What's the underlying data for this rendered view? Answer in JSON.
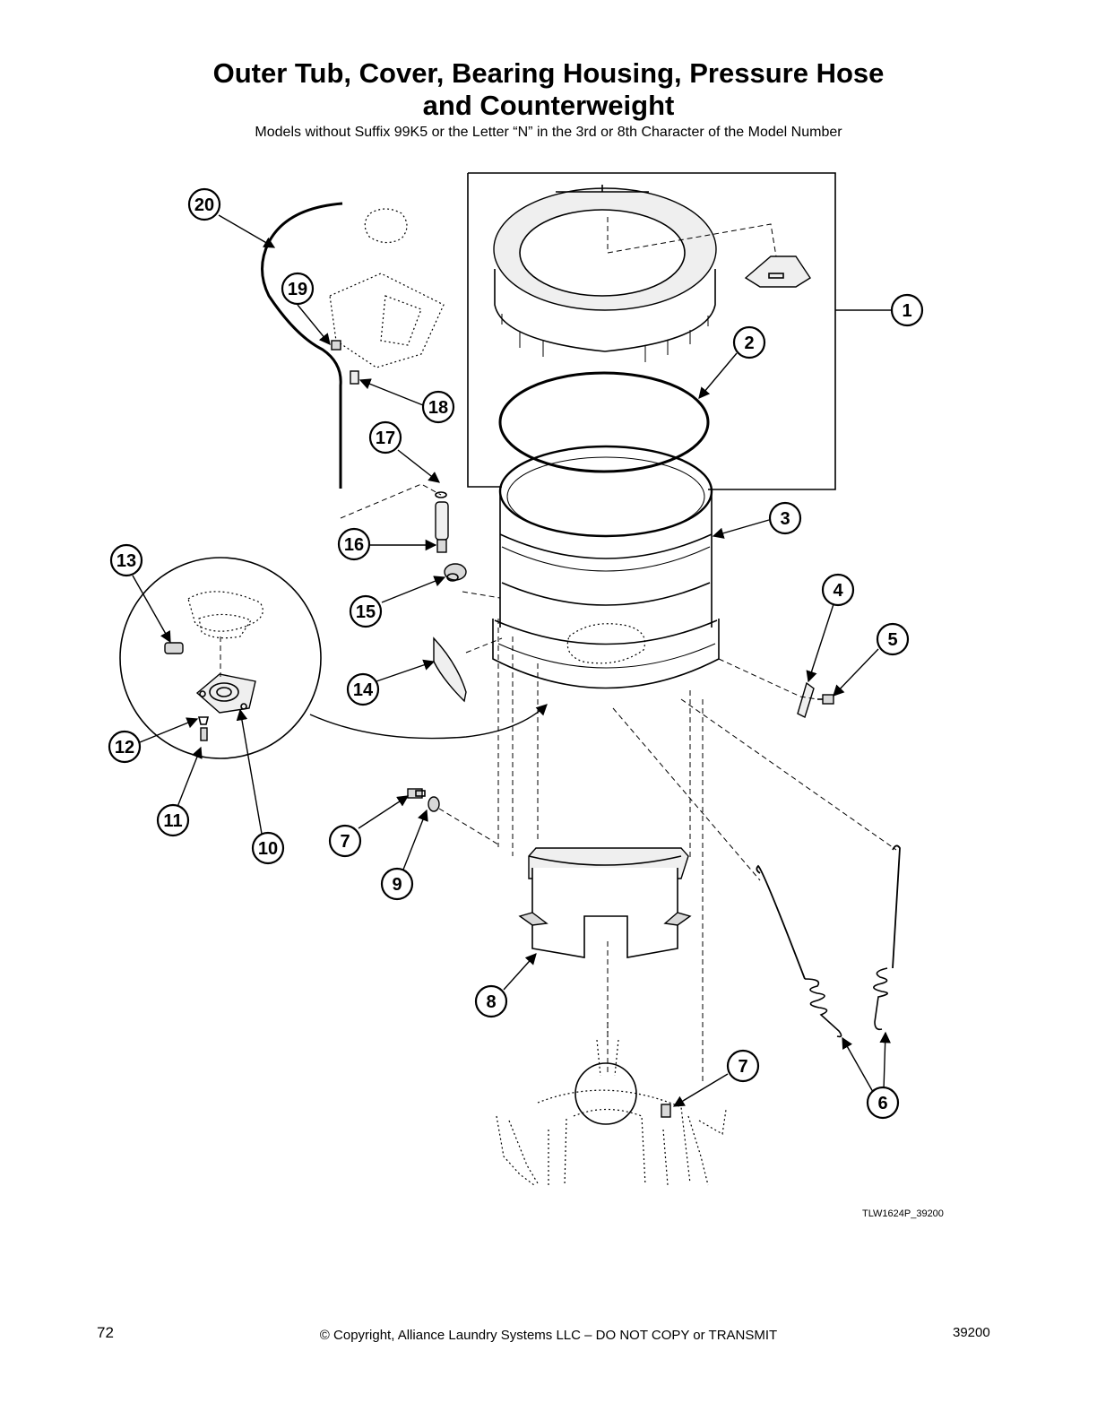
{
  "header": {
    "title_line1": "Outer Tub, Cover, Bearing Housing, Pressure Hose",
    "title_line2": "and Counterweight",
    "subtitle": "Models without Suffix 99K5 or the Letter “N” in the 3rd or 8th Character of the Model Number"
  },
  "callouts": {
    "c1": "1",
    "c2": "2",
    "c3": "3",
    "c4": "4",
    "c5": "5",
    "c6": "6",
    "c7a": "7",
    "c7b": "7",
    "c8": "8",
    "c9": "9",
    "c10": "10",
    "c11": "11",
    "c12": "12",
    "c13": "13",
    "c14": "14",
    "c15": "15",
    "c16": "16",
    "c17": "17",
    "c18": "18",
    "c19": "19",
    "c20": "20"
  },
  "figure_code": "TLW1624P_39200",
  "footer": {
    "page_number": "72",
    "copyright": "© Copyright, Alliance Laundry Systems LLC – DO NOT COPY or TRANSMIT",
    "doc_number": "39200"
  }
}
